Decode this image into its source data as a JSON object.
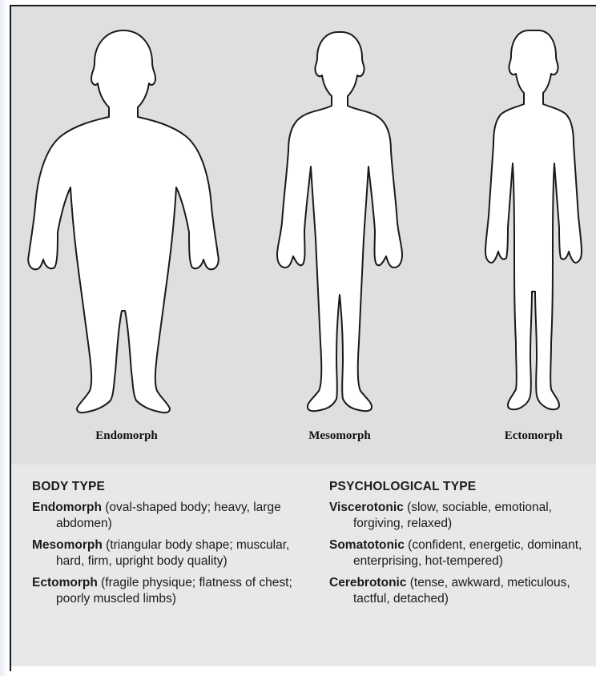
{
  "figures": [
    {
      "name": "Endomorph"
    },
    {
      "name": "Mesomorph"
    },
    {
      "name": "Ectomorph"
    }
  ],
  "body_type": {
    "title": "BODY TYPE",
    "entries": [
      {
        "term": "Endomorph",
        "desc": " (oval-shaped body; heavy, large abdomen)"
      },
      {
        "term": "Mesomorph",
        "desc": " (triangular body shape; muscular, hard, firm, upright body quality)"
      },
      {
        "term": "Ectomorph",
        "desc": " (fragile physique; flatness of chest; poorly muscled limbs)"
      }
    ]
  },
  "psych_type": {
    "title": "PSYCHOLOGICAL TYPE",
    "entries": [
      {
        "term": "Viscerotonic",
        "desc": " (slow, sociable, emotional, forgiving, relaxed)"
      },
      {
        "term": "Somatotonic",
        "desc": " (confident, energetic, dominant, enterprising, hot-tempered)"
      },
      {
        "term": "Cerebrotonic",
        "desc": " (tense, awkward, meticulous, tactful, detached)"
      }
    ]
  },
  "colors": {
    "top_panel": "#dedfe1",
    "bottom_panel": "#e7e8ea",
    "silhouette_fill": "#ffffff",
    "silhouette_stroke": "#1a1a1a"
  }
}
